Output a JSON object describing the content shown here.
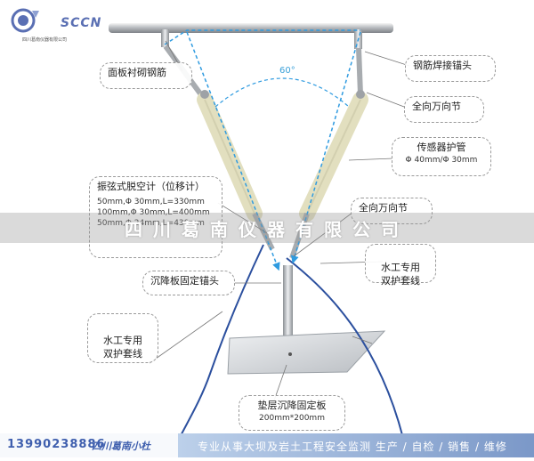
{
  "brand": {
    "logo_text": "SCCN",
    "logo_subtext": "四川葛南仪器有限公司"
  },
  "watermark": "四川葛南仪器有限公司",
  "angle": "60°",
  "labels": {
    "face_plate_rebar": "面板衬砌钢筋",
    "rebar_weld_anchor": "钢筋焊接锚头",
    "universal_joint_top": "全向万向节",
    "sensor_sleeve_title": "传感器护管",
    "sensor_sleeve_spec": "Φ 40mm/Φ 30mm",
    "universal_joint_bottom": "全向万向节",
    "meter_title": "振弦式脱空计（位移计）",
    "meter_spec_1": "50mm,Φ 30mm,L=330mm",
    "meter_spec_2": "100mm,Φ 30mm,L=400mm",
    "meter_spec_3": "50mm,Φ 24mm,L=430mm",
    "settlement_anchor": "沉降板固定锚头",
    "cable_right": "水工专用\n双护套线",
    "cable_left": "水工专用\n双护套线",
    "base_plate_title": "垫层沉降固定板",
    "base_plate_spec": "200mm*200mm"
  },
  "footer": {
    "phone": "13990238886",
    "name": "四川葛南小杜",
    "slogan": "专业从事大坝及岩土工程安全监测  生产 / 自检 / 销售 / 维修"
  },
  "colors": {
    "sleeve": "#e9e6c8",
    "cable": "#2b4f9e",
    "arrow": "#2f9be0",
    "footer_blue": "#3f5fae"
  }
}
